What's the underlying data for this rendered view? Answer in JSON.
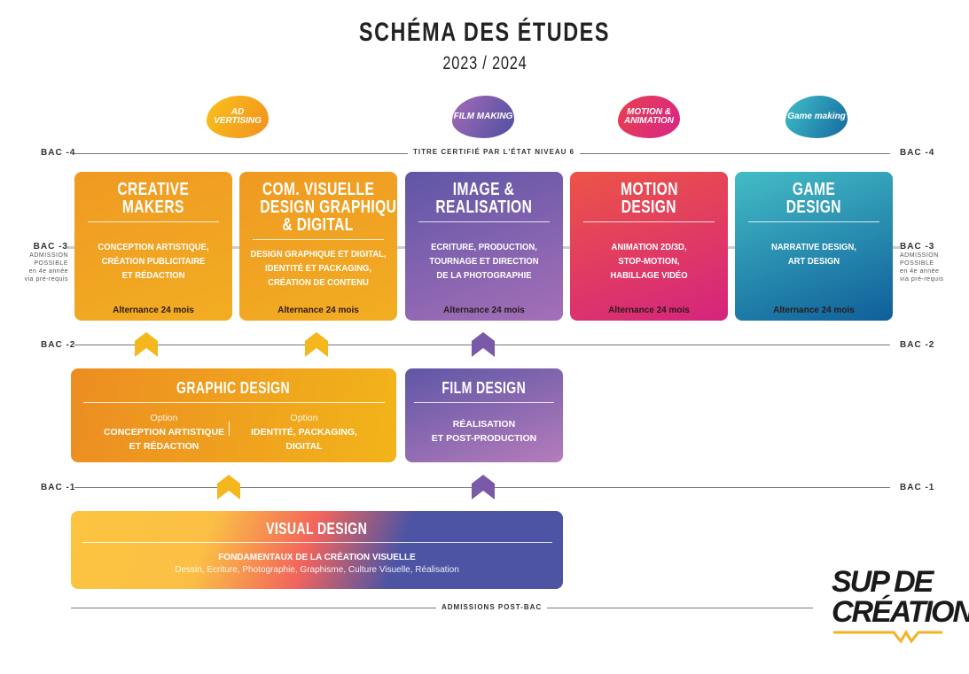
{
  "title": "SCHÉMA DES ÉTUDES",
  "year": "2023 / 2024",
  "badges": [
    {
      "label": "AD VERTISING",
      "color": "#f4a91f"
    },
    {
      "label": "FILM MAKING",
      "color": "#7a5aa8"
    },
    {
      "label": "MOTION & ANIMATION",
      "color": "#e02f6a"
    },
    {
      "label": "Game making",
      "color": "#1e8fb5"
    }
  ],
  "levels": {
    "bac4": "BAC -4",
    "bac4_center": "TITRE CERTIFIÉ PAR L'ÉTAT NIVEAU 6",
    "bac3": "BAC -3",
    "bac3_note1": "ADMISSION",
    "bac3_note2": "POSSIBLE",
    "bac3_note3": "en 4e année",
    "bac3_note4": "via pré-requis",
    "bac2": "BAC -2",
    "bac1": "BAC -1",
    "postbac": "ADMISSIONS POST-BAC"
  },
  "year3": [
    {
      "title1": "CREATIVE",
      "title2": "MAKERS",
      "title3": "",
      "d1": "CONCEPTION ARTISTIQUE,",
      "d2": "CRÉATION PUBLICITAIRE",
      "d3": "ET RÉDACTION",
      "alt": "Alternance 24 mois"
    },
    {
      "title1": "COM. VISUELLE",
      "title2": "DESIGN GRAPHIQUE",
      "title3": "& DIGITAL",
      "d1": "DESIGN GRAPHIQUE ET DIGITAL,",
      "d2": "IDENTITÉ ET PACKAGING,",
      "d3": "CRÉATION DE CONTENU",
      "alt": "Alternance 24 mois"
    },
    {
      "title1": "IMAGE &",
      "title2": "REALISATION",
      "title3": "",
      "d1": "ECRITURE, PRODUCTION,",
      "d2": "TOURNAGE ET DIRECTION",
      "d3": "DE LA PHOTOGRAPHIE",
      "alt": "Alternance 24 mois"
    },
    {
      "title1": "MOTION",
      "title2": "DESIGN",
      "title3": "",
      "d1": "ANIMATION 2D/3D,",
      "d2": "STOP-MOTION,",
      "d3": "HABILLAGE VIDÉO",
      "alt": "Alternance 24 mois"
    },
    {
      "title1": "GAME",
      "title2": "DESIGN",
      "title3": "",
      "d1": "NARRATIVE DESIGN,",
      "d2": "ART DESIGN",
      "d3": "",
      "alt": "Alternance 24 mois"
    }
  ],
  "graphic": {
    "title": "GRAPHIC DESIGN",
    "opt": "Option",
    "a1": "CONCEPTION ARTISTIQUE",
    "a2": "ET RÉDACTION",
    "b1": "IDENTITÉ, PACKAGING,",
    "b2": "DIGITAL"
  },
  "film": {
    "title": "FILM DESIGN",
    "d1": "RÉALISATION",
    "d2": "ET POST-PRODUCTION"
  },
  "visual": {
    "title": "VISUAL DESIGN",
    "d1": "FONDAMENTAUX DE LA CRÉATION VISUELLE",
    "d2": "Dessin, Ecriture, Photographie, Graphisme, Culture Visuelle, Réalisation"
  },
  "logo": {
    "line1": "SUP DE",
    "line2": "CRÉATION",
    "accent": "#f4b223"
  }
}
